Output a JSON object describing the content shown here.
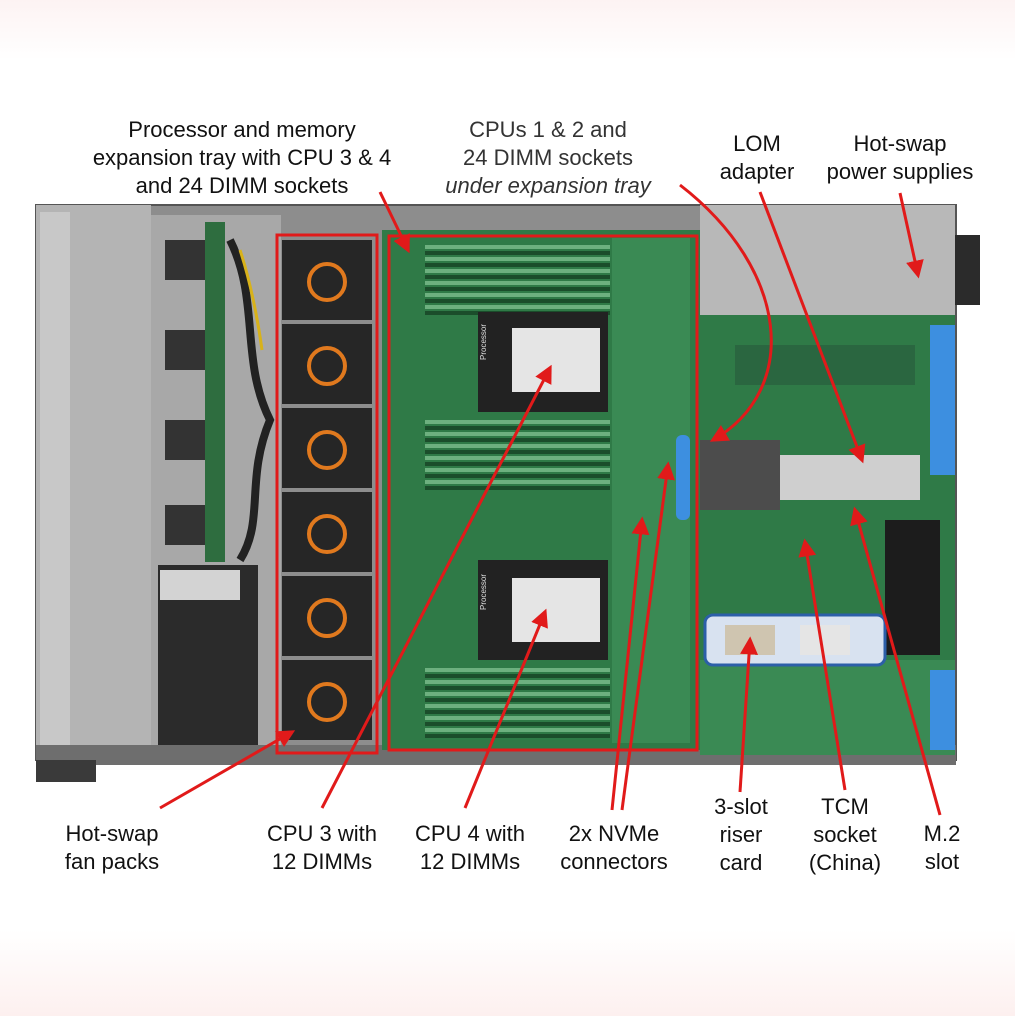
{
  "colors": {
    "callout": "#e11a1a",
    "chassis": "#9a9a9a",
    "board": "#2f7a47",
    "fan": "#262626",
    "fan_accent": "#e0791e",
    "latch_blue": "#3d8fe0",
    "heatsink": "#222222",
    "dimm": "#1f5f33"
  },
  "labels": {
    "processor_tray": [
      "Processor and memory",
      "expansion tray with CPU 3 & 4",
      "and 24 DIMM sockets"
    ],
    "cpus_1_2": [
      "CPUs 1 & 2 and",
      "24 DIMM sockets"
    ],
    "cpus_1_2_note": "under expansion tray",
    "lom": [
      "LOM",
      "adapter"
    ],
    "power": [
      "Hot-swap",
      "power supplies"
    ],
    "fans": [
      "Hot-swap",
      "fan packs"
    ],
    "cpu3": [
      "CPU 3 with",
      "12 DIMMs"
    ],
    "cpu4": [
      "CPU 4 with",
      "12 DIMMs"
    ],
    "nvme": [
      "2x NVMe",
      "connectors"
    ],
    "riser": [
      "3-slot",
      "riser",
      "card"
    ],
    "tcm": [
      "TCM",
      "socket",
      "(China)"
    ],
    "m2": [
      "M.2",
      "slot"
    ]
  },
  "chip_text": "Processor"
}
